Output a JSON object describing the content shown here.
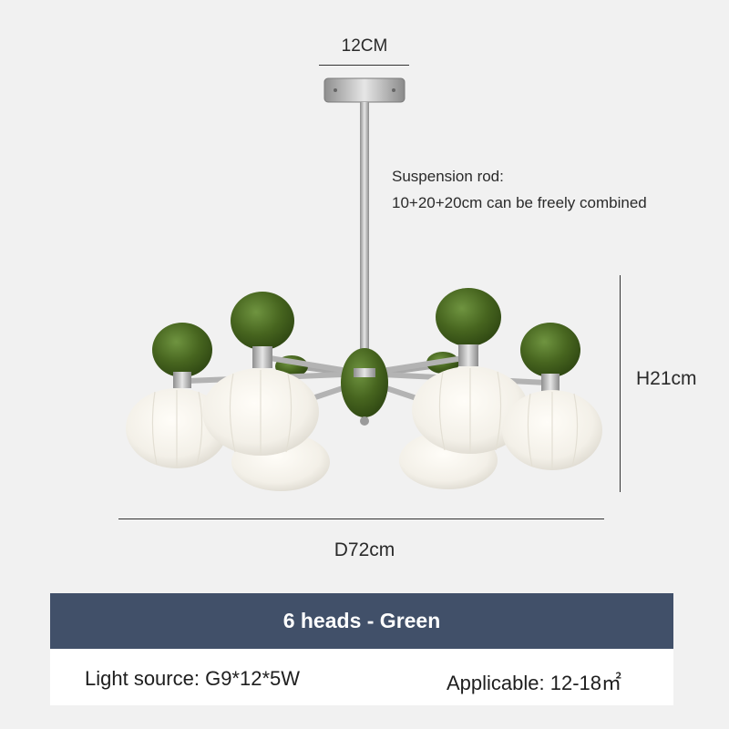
{
  "dimensions": {
    "canopy_width": "12CM",
    "height": "H21cm",
    "diameter": "D72cm"
  },
  "suspension": {
    "title": "Suspension rod:",
    "detail": "10+20+20cm can be freely combined"
  },
  "product": {
    "variant_title": "6 heads - Green"
  },
  "specs": {
    "light_source": "Light source: G9*12*5W",
    "applicable": "Applicable: 12-18㎡"
  },
  "colors": {
    "background": "#f1f1f1",
    "banner": "#415069",
    "shade_green": "#4a6b24",
    "chrome": "#b8b8b8",
    "glass": "#f6f4ef"
  }
}
